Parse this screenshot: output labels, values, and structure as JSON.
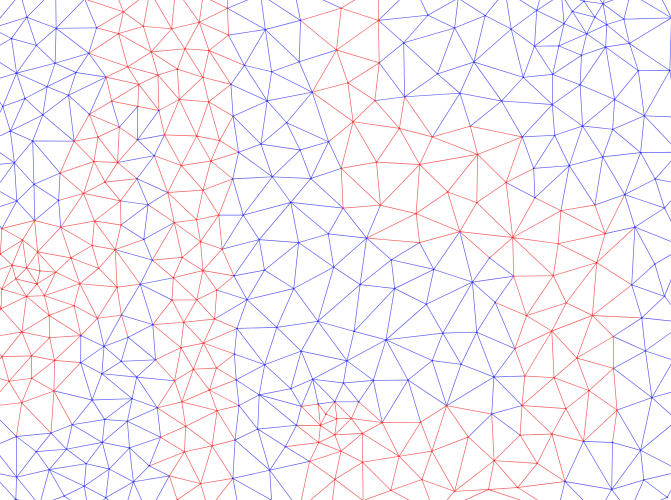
{
  "figure": {
    "kind": "triangular-mesh-wireframe",
    "background": "#ffffff",
    "edge_colors": {
      "primary": "#2a2af0",
      "highlight": "#f02a2a"
    },
    "edge_opacity": 0.75,
    "highlight_regions": [
      "left-strip",
      "center-left-band",
      "upper-center-patch",
      "right-middle-patch",
      "bottom-center-fan"
    ],
    "dense_clusters": [
      "left-middle",
      "top-right",
      "bottom-center"
    ]
  }
}
